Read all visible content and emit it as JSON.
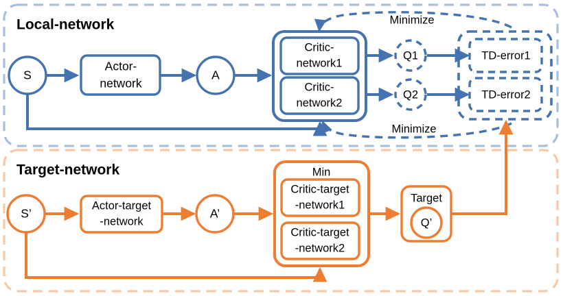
{
  "colors": {
    "blue": "#4573B0",
    "blue_light_dashed": "#A9BFDE",
    "orange": "#ED7D31",
    "orange_light_dashed": "#F7C9A6",
    "text": "#000000",
    "background": "#FFFFFF"
  },
  "local": {
    "title": "Local-network",
    "state_node": "S",
    "actor_network": {
      "line1": "Actor-",
      "line2": "network"
    },
    "action_node": "A",
    "critic1": {
      "line1": "Critic-",
      "line2": "network1"
    },
    "critic2": {
      "line1": "Critic-",
      "line2": "network2"
    },
    "q1": "Q1",
    "q2": "Q2",
    "td_error1": "TD-error1",
    "td_error2": "TD-error2",
    "minimize_top": "Minimize",
    "minimize_bottom": "Minimize"
  },
  "target": {
    "title": "Target-network",
    "state_node": "S’",
    "actor_target_network": {
      "line1": "Actor-target",
      "line2": "-network"
    },
    "action_node": "A’",
    "min_label": "Min",
    "critic_target1": {
      "line1": "Critic-target",
      "line2": "-network1"
    },
    "critic_target2": {
      "line1": "Critic-target",
      "line2": "-network2"
    },
    "target_box_label": "Target",
    "q_prime": "Q’"
  }
}
